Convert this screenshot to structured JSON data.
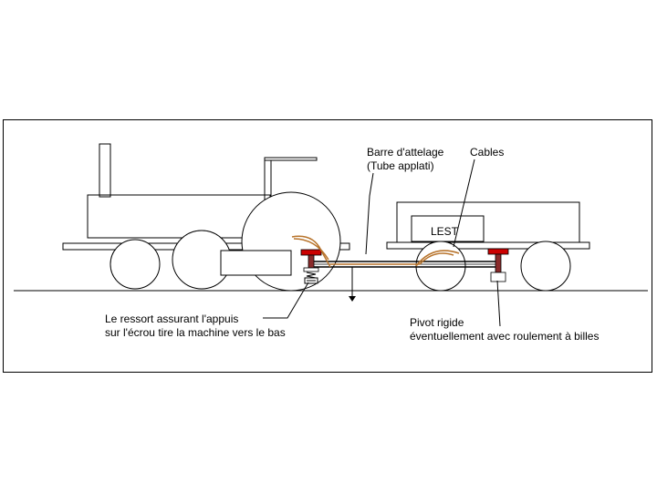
{
  "labels": {
    "coupling_bar_line1": "Barre d'attelage",
    "coupling_bar_line2": "(Tube applati)",
    "cables": "Cables",
    "ballast": "LEST",
    "spring_line1": "Le  ressort assurant l'appuis",
    "spring_line2": "sur l'écrou tire la machine vers le bas",
    "pivot_line1": "Pivot rigide",
    "pivot_line2": "éventuellement avec roulement à billes"
  },
  "colors": {
    "line": "#000000",
    "cable": "#b8742c",
    "pivot_cap": "#cc0000",
    "pivot_body": "#8a2a2a",
    "background": "#ffffff"
  }
}
